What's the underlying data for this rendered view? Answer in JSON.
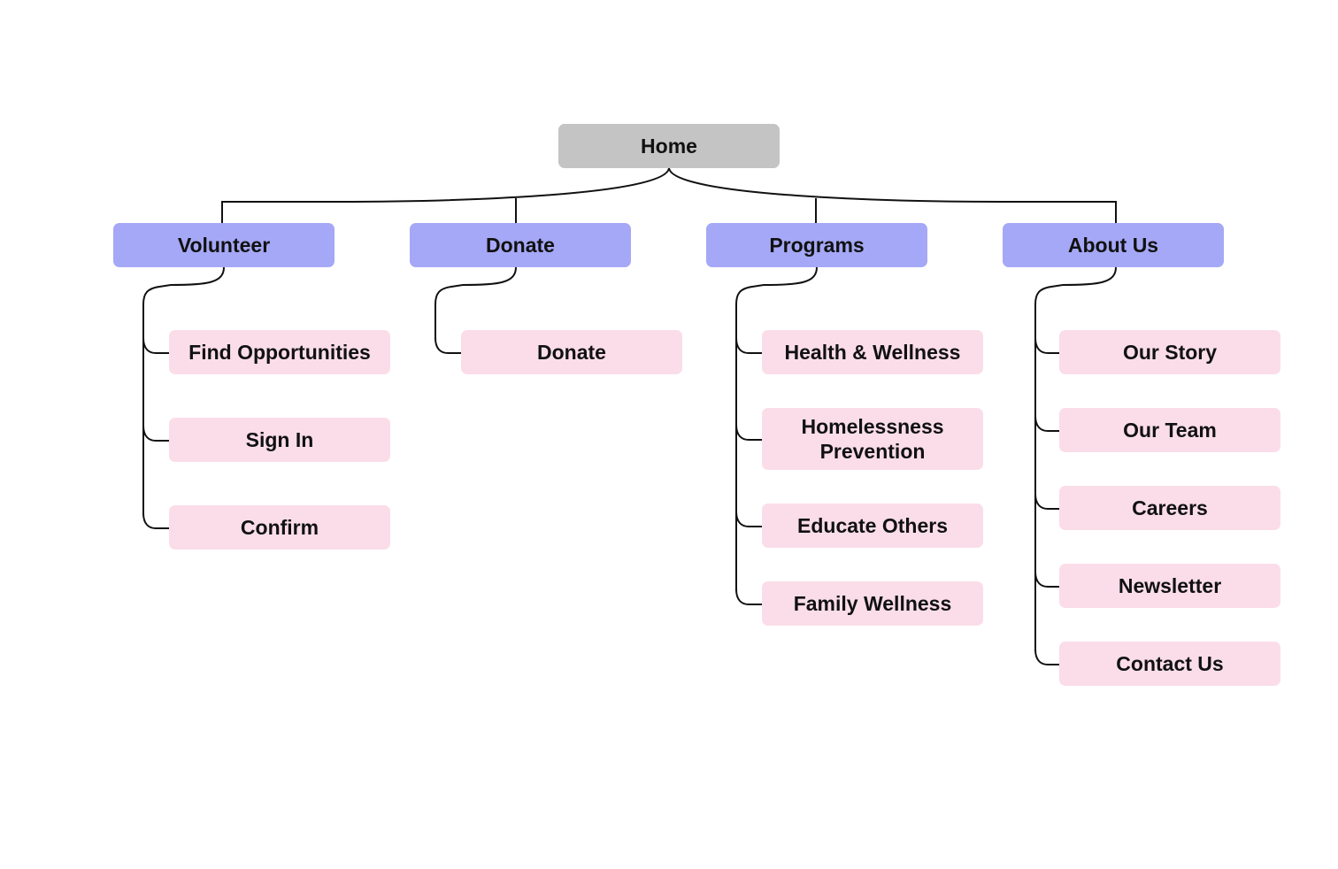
{
  "root": {
    "label": "Home"
  },
  "sections": [
    {
      "label": "Volunteer",
      "pages": [
        "Find Opportunities",
        "Sign In",
        "Confirm"
      ]
    },
    {
      "label": "Donate",
      "pages": [
        "Donate"
      ]
    },
    {
      "label": "Programs",
      "pages": [
        "Health & Wellness",
        "Homelessness Prevention",
        "Educate Others",
        "Family Wellness"
      ]
    },
    {
      "label": "About Us",
      "pages": [
        "Our Story",
        "Our Team",
        "Careers",
        "Newsletter",
        "Contact Us"
      ]
    }
  ],
  "colors": {
    "root_fill": "#c4c4c4",
    "section_fill": "#a5a8f6",
    "page_fill": "#fadde9",
    "connector": "#111111"
  }
}
